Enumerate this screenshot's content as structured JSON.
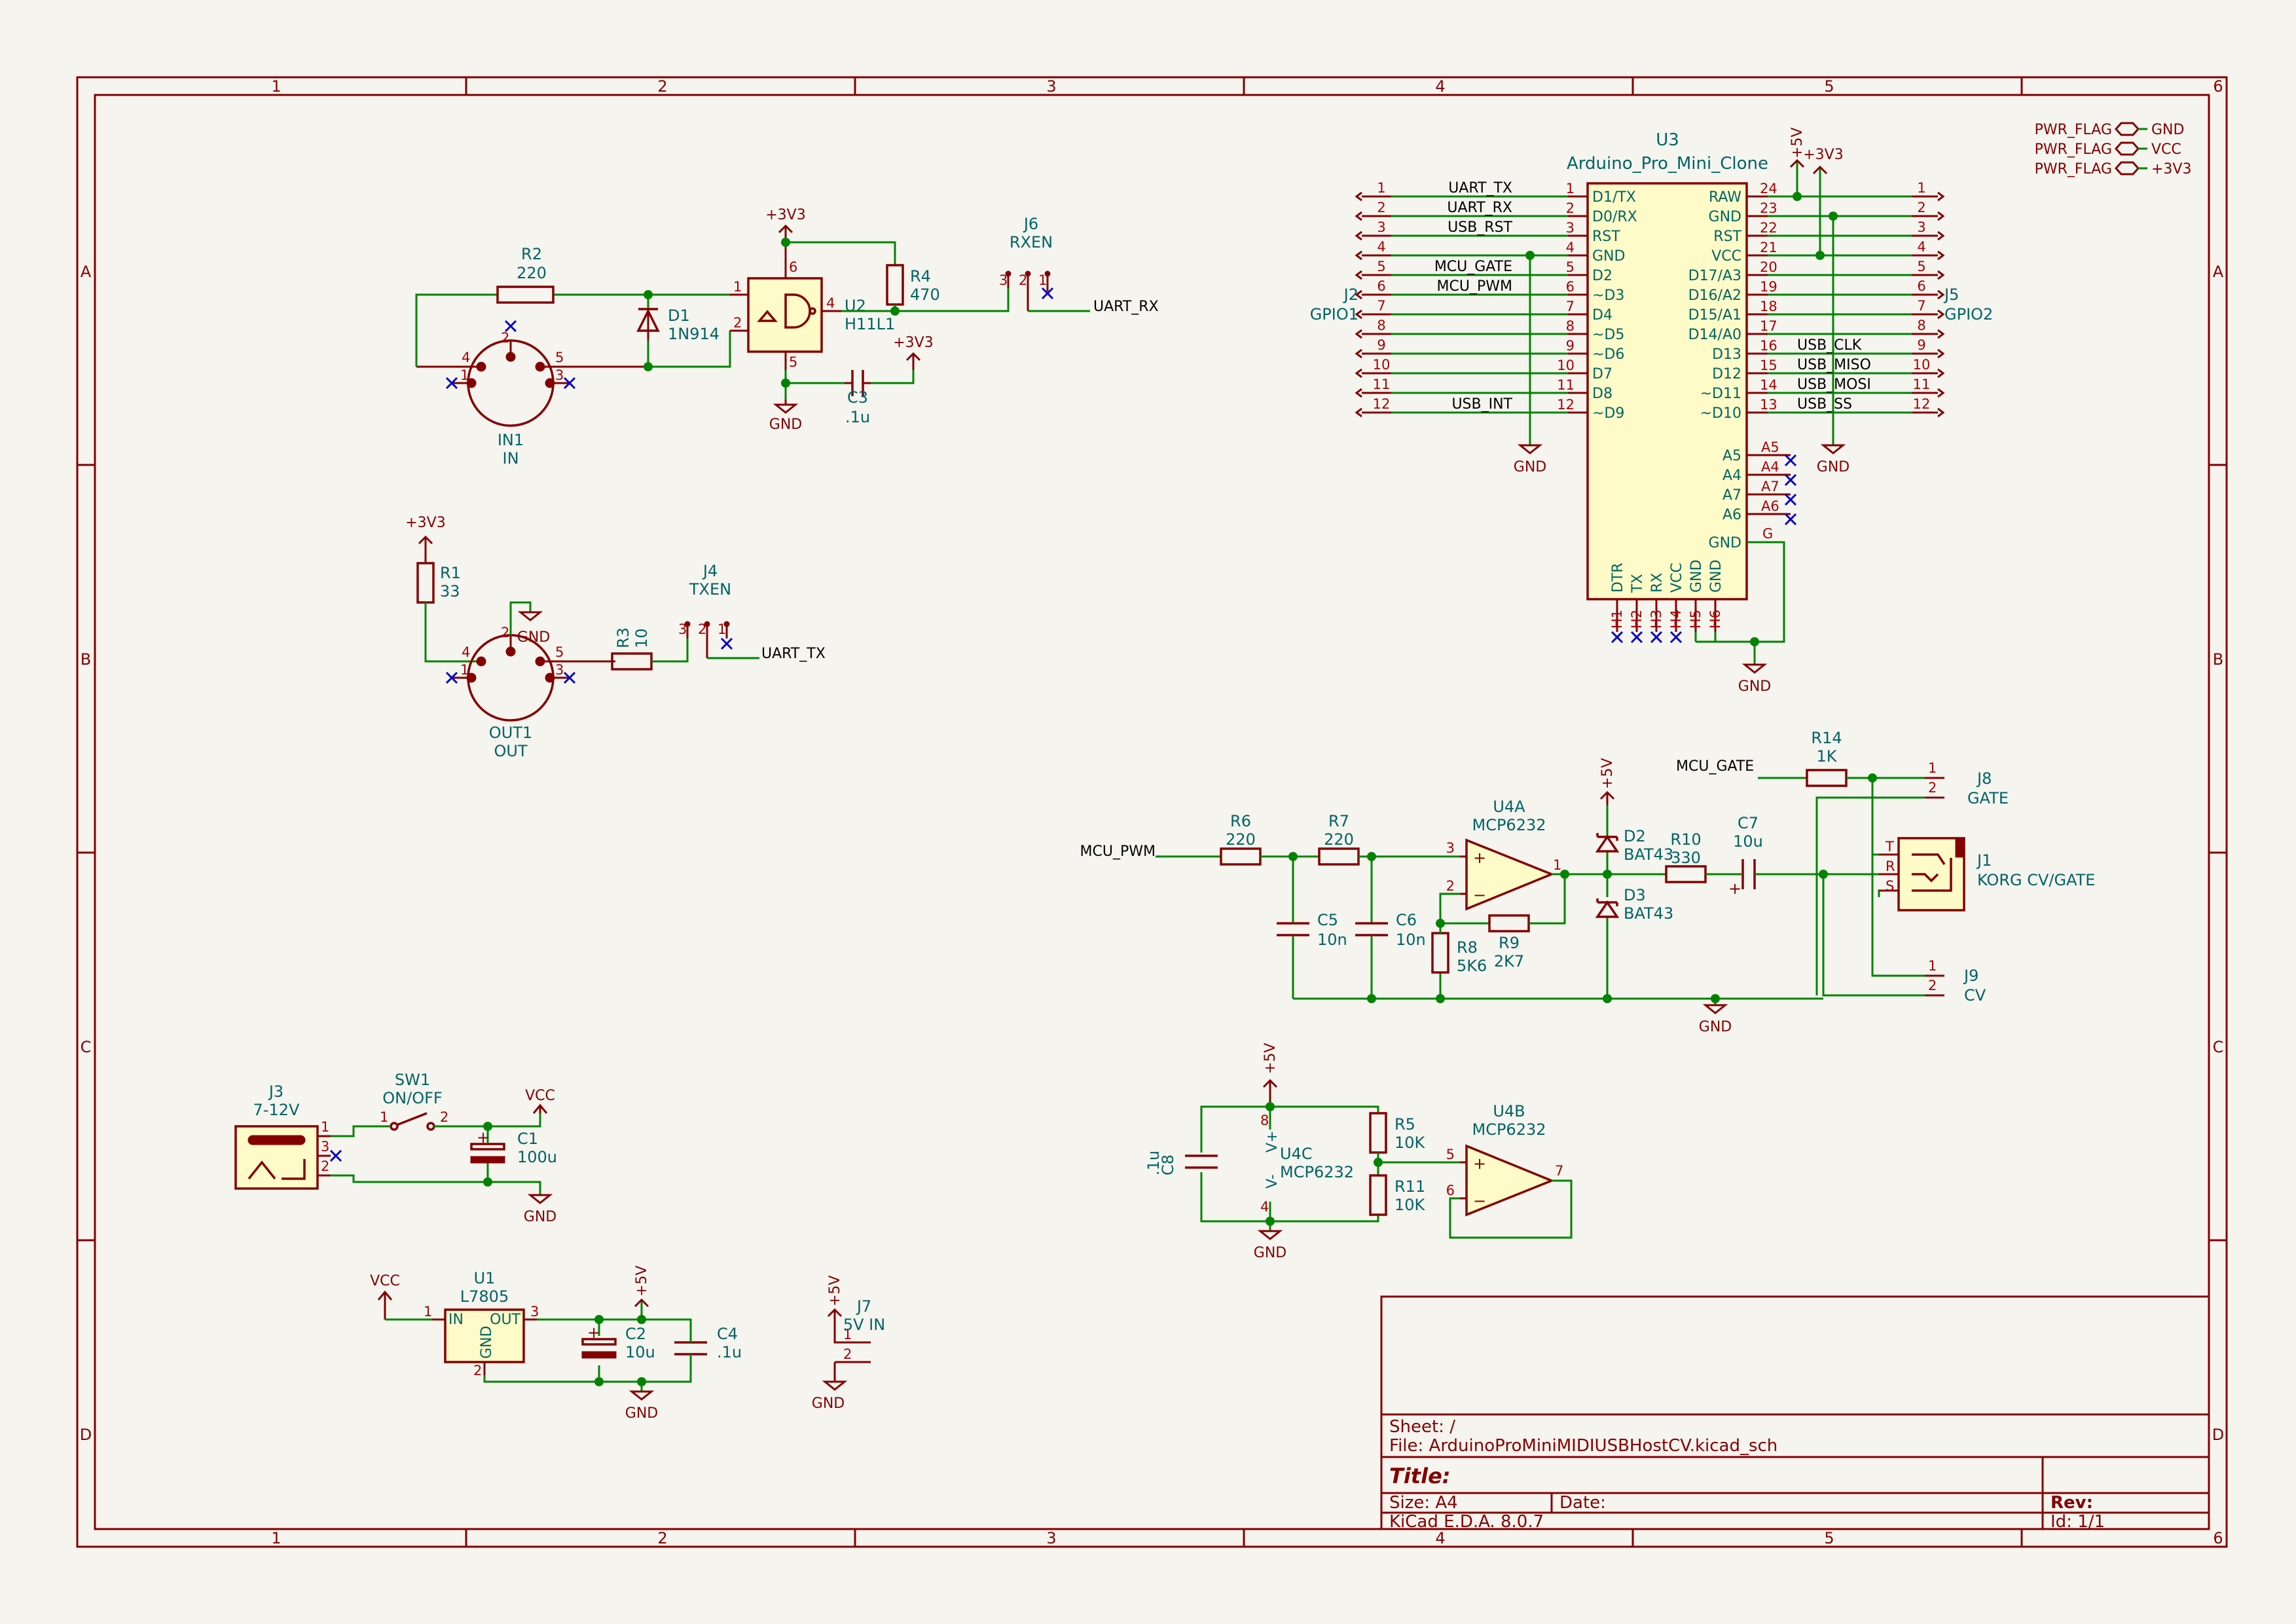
{
  "border": {
    "columns": [
      "1",
      "2",
      "3",
      "4",
      "5",
      "6"
    ],
    "rows": [
      "A",
      "B",
      "C",
      "D"
    ]
  },
  "title_block": {
    "sheet": "Sheet: /",
    "file": "File: ArduinoProMiniMIDIUSBHostCV.kicad_sch",
    "title": "Title:",
    "size": "Size: A4",
    "date": "Date:",
    "rev": "Rev:",
    "tool": "KiCad E.D.A. 8.0.7",
    "id": "Id: 1/1"
  },
  "power_flags": {
    "label": "PWR_FLAG",
    "nets": [
      "GND",
      "VCC",
      "+3V3"
    ]
  },
  "midi_in": {
    "r2_ref": "R2",
    "r2_val": "220",
    "d1_ref": "D1",
    "d1_val": "1N914",
    "u2_ref": "U2",
    "u2_val": "H11L1",
    "r4_ref": "R4",
    "r4_val": "470",
    "c3_ref": "C3",
    "c3_val": ".1u",
    "j6_ref": "J6",
    "j6_val": "RXEN",
    "in1_ref": "IN1",
    "in1_val": "IN",
    "pwr_3v3_a": "+3V3",
    "pwr_3v3_b": "+3V3",
    "gnd": "GND",
    "net_uart_rx": "UART_RX"
  },
  "midi_out": {
    "r1_ref": "R1",
    "r1_val": "33",
    "r3_ref": "R3",
    "r3_val": "10",
    "j4_ref": "J4",
    "j4_val": "TXEN",
    "out1_ref": "OUT1",
    "out1_val": "OUT",
    "pwr_3v3": "+3V3",
    "gnd": "GND",
    "net_uart_tx": "UART_TX"
  },
  "mcu": {
    "ref": "U3",
    "value": "Arduino_Pro_Mini_Clone",
    "left_pins": [
      {
        "num": "1",
        "name": "D1/TX",
        "net": "UART_TX"
      },
      {
        "num": "2",
        "name": "D0/RX",
        "net": "UART_RX"
      },
      {
        "num": "3",
        "name": "RST",
        "net": "USB_RST"
      },
      {
        "num": "4",
        "name": "GND",
        "net": ""
      },
      {
        "num": "5",
        "name": "D2",
        "net": "MCU_GATE"
      },
      {
        "num": "6",
        "name": "~D3",
        "net": "MCU_PWM"
      },
      {
        "num": "7",
        "name": "D4",
        "net": ""
      },
      {
        "num": "8",
        "name": "~D5",
        "net": ""
      },
      {
        "num": "9",
        "name": "~D6",
        "net": ""
      },
      {
        "num": "10",
        "name": "D7",
        "net": ""
      },
      {
        "num": "11",
        "name": "D8",
        "net": ""
      },
      {
        "num": "12",
        "name": "~D9",
        "net": "USB_INT"
      }
    ],
    "right_pins": [
      {
        "num": "24",
        "name": "RAW",
        "net": ""
      },
      {
        "num": "23",
        "name": "GND",
        "net": ""
      },
      {
        "num": "22",
        "name": "RST",
        "net": ""
      },
      {
        "num": "21",
        "name": "VCC",
        "net": ""
      },
      {
        "num": "20",
        "name": "D17/A3",
        "net": ""
      },
      {
        "num": "19",
        "name": "D16/A2",
        "net": ""
      },
      {
        "num": "18",
        "name": "D15/A1",
        "net": ""
      },
      {
        "num": "17",
        "name": "D14/A0",
        "net": ""
      },
      {
        "num": "16",
        "name": "D13",
        "net": "USB_CLK"
      },
      {
        "num": "15",
        "name": "D12",
        "net": "USB_MISO"
      },
      {
        "num": "14",
        "name": "~D11",
        "net": "USB_MOSI"
      },
      {
        "num": "13",
        "name": "~D10",
        "net": "USB_SS"
      }
    ],
    "analog_pins": [
      "A5",
      "A4",
      "A7",
      "A6"
    ],
    "gnd_pin_name": "GND",
    "gnd_pin_num": "G",
    "bottom_pins": [
      {
        "name": "DTR",
        "num": "H1"
      },
      {
        "name": "TX",
        "num": "H2"
      },
      {
        "name": "RX",
        "num": "H3"
      },
      {
        "name": "VCC",
        "num": "H4"
      },
      {
        "name": "GND",
        "num": "H5"
      },
      {
        "name": "GND",
        "num": "H6"
      }
    ],
    "j2_ref": "J2",
    "j2_val": "GPIO1",
    "j5_ref": "J5",
    "j5_val": "GPIO2",
    "conn_nums": [
      "1",
      "2",
      "3",
      "4",
      "5",
      "6",
      "7",
      "8",
      "9",
      "10",
      "11",
      "12"
    ],
    "pwr_5v": "+5V",
    "pwr_3v3": "+3V3",
    "gnd": "GND"
  },
  "cv_out": {
    "net_mcu_pwm": "MCU_PWM",
    "net_mcu_gate": "MCU_GATE",
    "r6_ref": "R6",
    "r6_val": "220",
    "r7_ref": "R7",
    "r7_val": "220",
    "c5_ref": "C5",
    "c5_val": "10n",
    "c6_ref": "C6",
    "c6_val": "10n",
    "u4a_ref": "U4A",
    "u4a_val": "MCP6232",
    "r8_ref": "R8",
    "r8_val": "5K6",
    "r9_ref": "R9",
    "r9_val": "2K7",
    "d2_ref": "D2",
    "d2_val": "BAT43",
    "d3_ref": "D3",
    "d3_val": "BAT43",
    "r10_ref": "R10",
    "r10_val": "330",
    "c7_ref": "C7",
    "c7_val": "10u",
    "r14_ref": "R14",
    "r14_val": "1K",
    "j8_ref": "J8",
    "j8_val": "GATE",
    "j1_ref": "J1",
    "j1_val": "KORG CV/GATE",
    "j9_ref": "J9",
    "j9_val": "CV",
    "pwr_5v": "+5V",
    "gnd": "GND",
    "jack_pins": [
      "T",
      "R",
      "S"
    ]
  },
  "vref": {
    "pwr_5v": "+5V",
    "gnd": "GND",
    "c8_ref": "C8",
    "c8_val": ".1u",
    "u4c_ref": "U4C",
    "u4c_val": "MCP6232",
    "r5_ref": "R5",
    "r5_val": "10K",
    "r11_ref": "R11",
    "r11_val": "10K",
    "u4b_ref": "U4B",
    "u4b_val": "MCP6232"
  },
  "power_in": {
    "j3_ref": "J3",
    "j3_val": "7-12V",
    "sw1_ref": "SW1",
    "sw1_val": "ON/OFF",
    "c1_ref": "C1",
    "c1_val": "100u",
    "vcc": "VCC",
    "gnd": "GND"
  },
  "regulator": {
    "vcc": "VCC",
    "u1_ref": "U1",
    "u1_val": "L7805",
    "pin_in": "IN",
    "pin_out": "OUT",
    "pin_gnd": "GND",
    "c2_ref": "C2",
    "c2_val": "10u",
    "c4_ref": "C4",
    "c4_val": ".1u",
    "pwr_5v": "+5V",
    "gnd": "GND",
    "j7_ref": "J7",
    "j7_val": "5V IN",
    "j7_pwr": "+5V",
    "j7_gnd": "GND"
  }
}
